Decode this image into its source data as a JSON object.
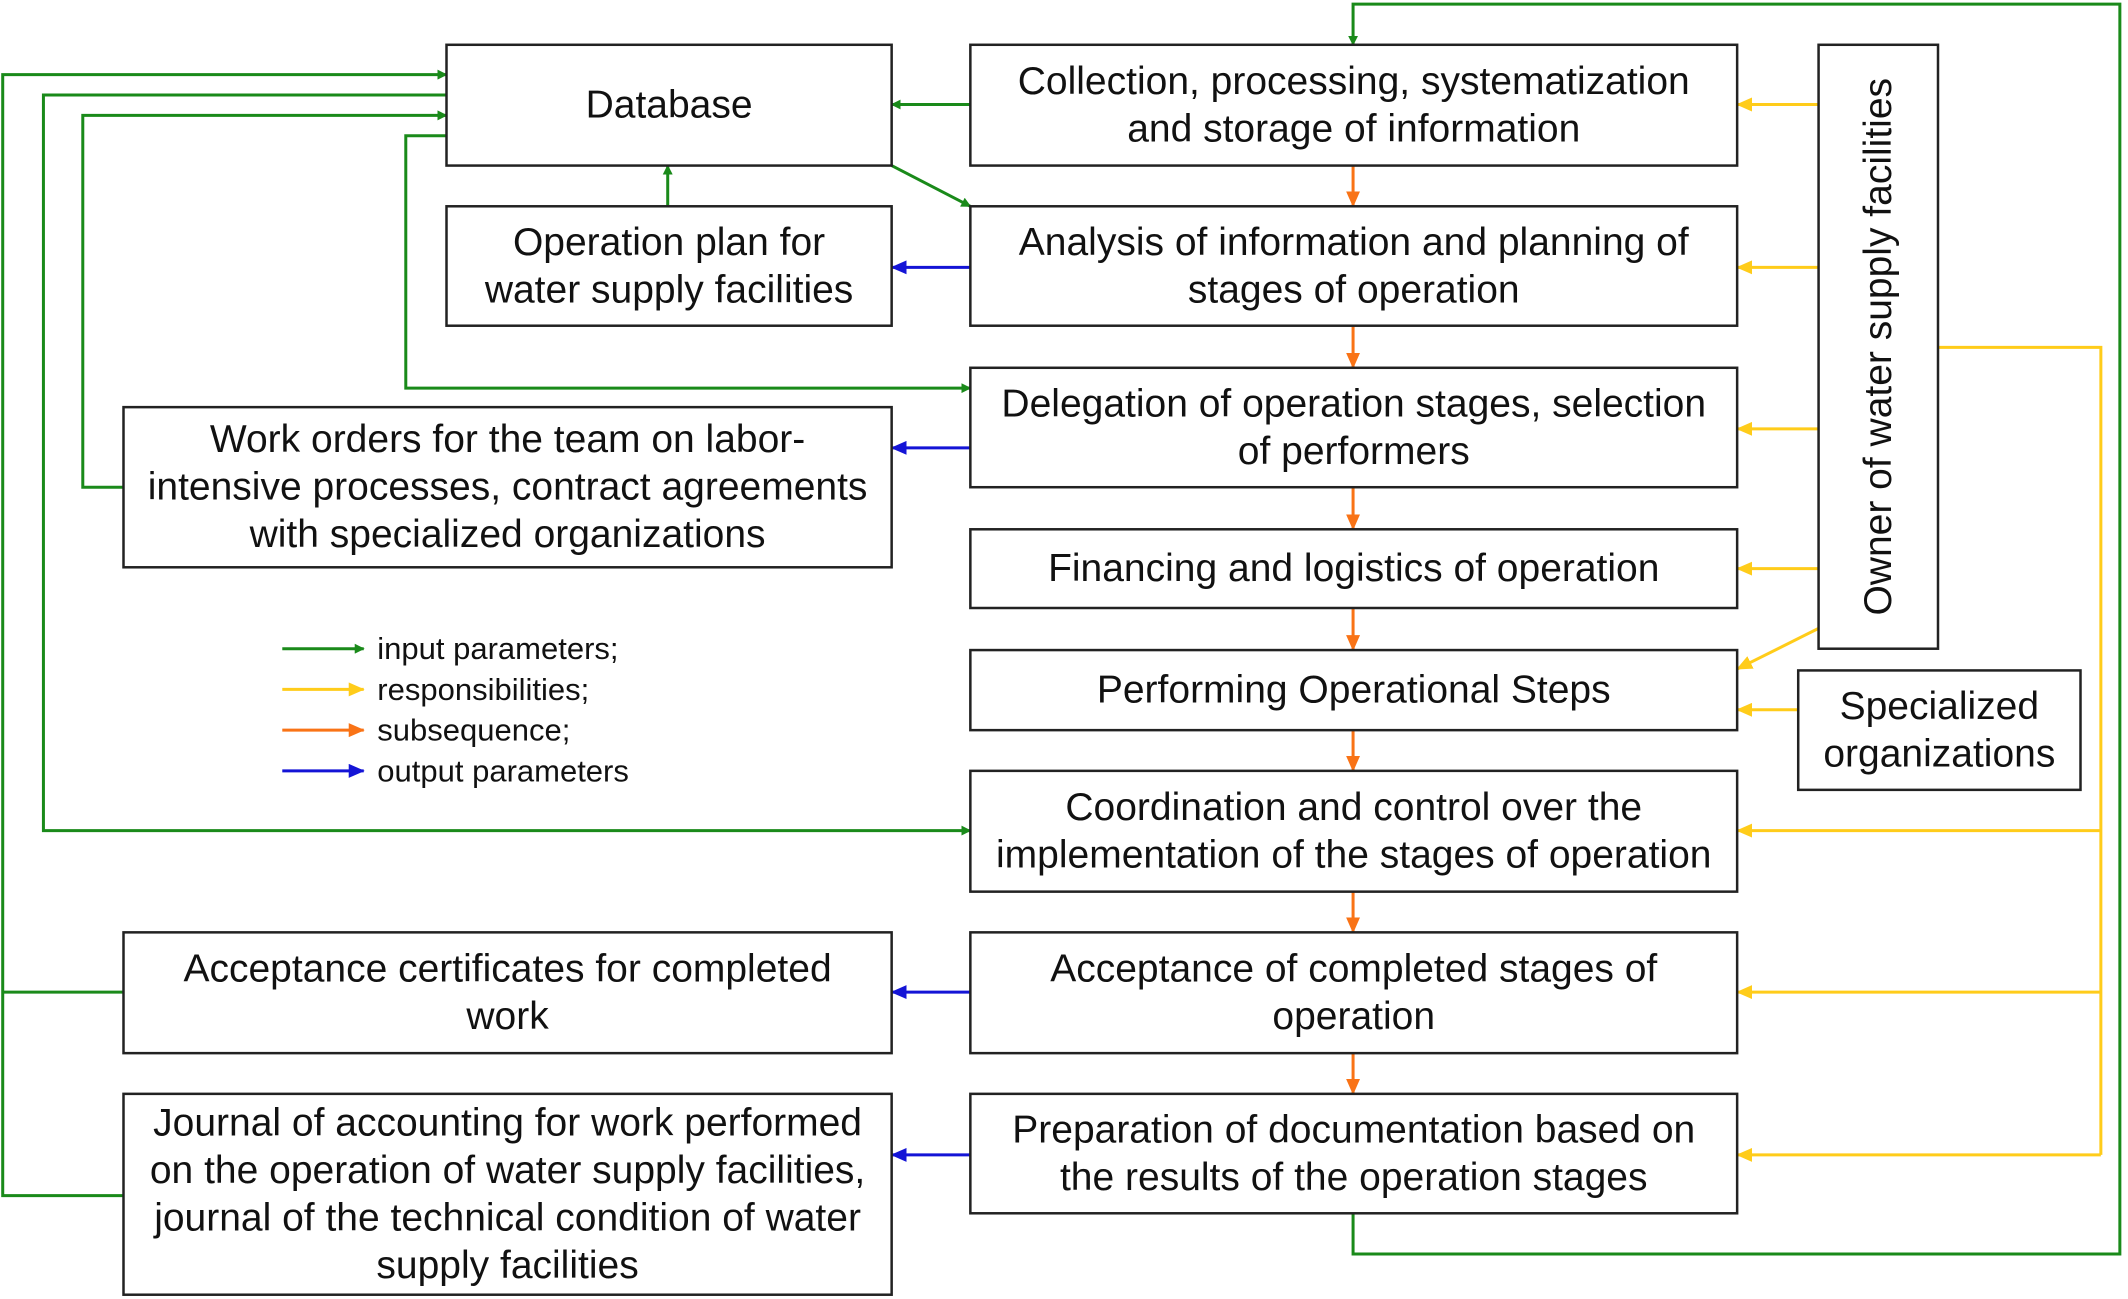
{
  "colors": {
    "input": "#1a8a1a",
    "responsibility": "#ffcc1a",
    "subsequence": "#f97316",
    "output": "#1414d6"
  },
  "boxes": {
    "database": [
      "Database"
    ],
    "collection": [
      "Collection, processing, systematization",
      "and storage of information"
    ],
    "operation_plan": [
      "Operation plan for",
      "water supply facilities"
    ],
    "analysis": [
      "Analysis of information and planning of",
      "stages of operation"
    ],
    "delegation": [
      "Delegation of operation stages, selection",
      "of performers"
    ],
    "work_orders": [
      "Work orders for the team on labor-",
      "intensive processes, contract agreements",
      "with specialized organizations"
    ],
    "financing": [
      "Financing and logistics of operation"
    ],
    "performing": [
      "Performing Operational Steps"
    ],
    "specialized": [
      "Specialized",
      "organizations"
    ],
    "coordination": [
      "Coordination and control over the",
      "implementation of the stages of operation"
    ],
    "acceptance_certificates": [
      "Acceptance certificates for completed",
      "work"
    ],
    "acceptance": [
      "Acceptance of completed stages of",
      "operation"
    ],
    "journal": [
      "Journal of accounting for work performed",
      "on the operation of water supply facilities,",
      "journal of the technical condition of water",
      "supply facilities"
    ],
    "preparation": [
      "Preparation of documentation based on",
      "the results of the operation stages"
    ],
    "owner": [
      "Owner of water supply facilities"
    ]
  },
  "legend": [
    {
      "label": "input parameters;",
      "color_key": "input"
    },
    {
      "label": "responsibilities;",
      "color_key": "responsibility"
    },
    {
      "label": "subsequence;",
      "color_key": "subsequence"
    },
    {
      "label": "output parameters",
      "color_key": "output"
    }
  ]
}
